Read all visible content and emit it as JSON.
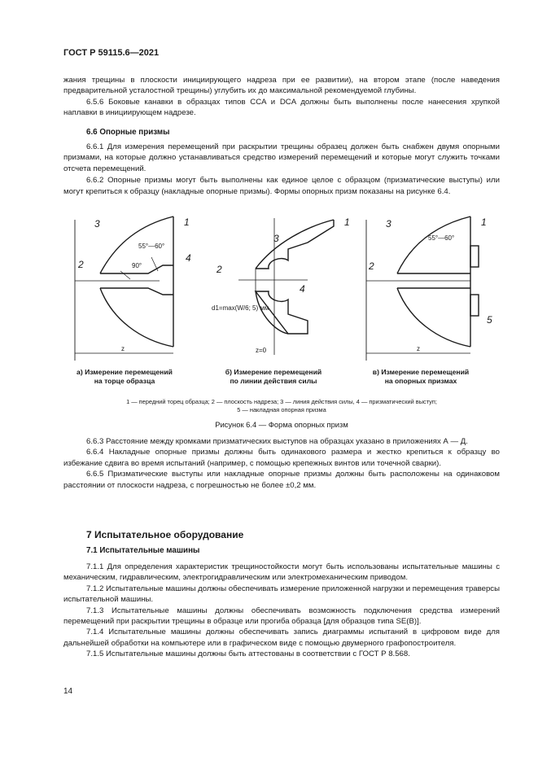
{
  "header": {
    "doc_id": "ГОСТ Р 59115.6—2021"
  },
  "intro": {
    "p1": "жания трещины в плоскости инициирующего надреза при ее развитии), на втором этапе (после наведения предварительной усталостной трещины) углубить их до максимальной рекомендуемой глубины.",
    "p2": "6.5.6 Боковые канавки в образцах типов CCA и DCA должны быть выполнены после нанесения хрупкой наплавки в инициирующем надрезе."
  },
  "section_6_6": {
    "title": "6.6 Опорные призмы",
    "p1": "6.6.1 Для измерения перемещений при раскрытии трещины образец должен быть снабжен двумя опорными призмами, на которые должно устанавливаться средство измерений перемещений и которые могут служить точками отсчета перемещений.",
    "p2": "6.6.2 Опорные призмы могут быть выполнены как единое целое с образцом (призматические выступы) или могут крепиться к образцу (накладные опорные призмы). Формы опорных призм показаны на рисунке 6.4."
  },
  "figure": {
    "labels": {
      "l1": "1",
      "l2": "2",
      "l3": "3",
      "l4": "4",
      "l5": "5"
    },
    "angle_a": "55°—60°",
    "angle_90": "90°",
    "angle_c": "55°—60°",
    "dim_z": "z",
    "z_zero": "z=0",
    "d1_formula": "d1=max(W/6; 5) мм",
    "cap_a_line1": "а) Измерение перемещений",
    "cap_a_line2": "на торце образца",
    "cap_b_line1": "б) Измерение перемещений",
    "cap_b_line2": "по линии действия силы",
    "cap_c_line1": "в) Измерение перемещений",
    "cap_c_line2": "на опорных призмах",
    "legend_line1": "1 — передний торец образца; 2 — плоскость надреза; 3 — линия действия силы, 4 — призматический выступ;",
    "legend_line2": "5 — накладная опорная призма",
    "title": "Рисунок 6.4 — Форма опорных призм"
  },
  "after_figure": {
    "p1": "6.6.3 Расстояние между кромками призматических выступов на образцах указано в приложениях А — Д.",
    "p2": "6.6.4 Накладные опорные призмы должны быть одинакового размера и жестко крепиться к образцу во избежание сдвига во время испытаний (например, с помощью крепежных винтов или точечной сварки).",
    "p3": "6.6.5 Призматические выступы или накладные опорные призмы должны быть расположены на одинаковом расстоянии от плоскости надреза, с погрешностью не более ±0,2 мм."
  },
  "section_7": {
    "title": "7 Испытательное оборудование",
    "sub_title": "7.1 Испытательные машины",
    "p1": "7.1.1 Для определения характеристик трещиностойкости могут быть использованы испытательные машины с механическим, гидравлическим, электрогидравлическим или электромеханическим приводом.",
    "p2": "7.1.2 Испытательные машины должны обеспечивать измерение приложенной нагрузки и перемещения траверсы испытательной машины.",
    "p3": "7.1.3 Испытательные машины должны обеспечивать возможность подключения средства измерений перемещений при раскрытии трещины в образце или прогиба образца [для образцов типа SE(B)].",
    "p4": "7.1.4 Испытательные машины должны обеспечивать запись диаграммы испытаний в цифровом виде для дальнейшей обработки на компьютере или в графическом виде с помощью двумерного графопостроителя.",
    "p5": "7.1.5 Испытательные машины должны быть аттестованы в соответствии с ГОСТ Р 8.568."
  },
  "footer": {
    "page_number": "14"
  }
}
